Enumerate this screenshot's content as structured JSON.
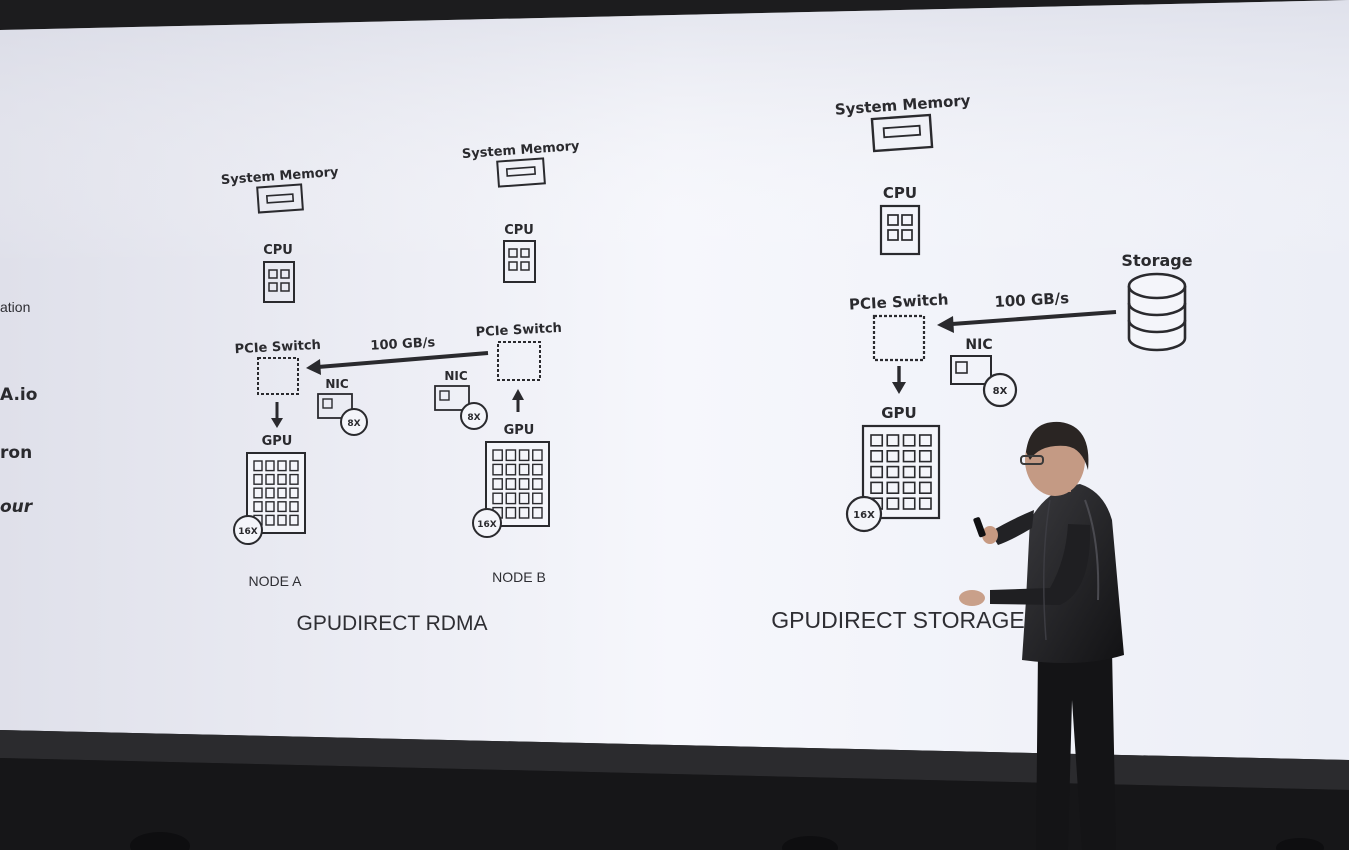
{
  "slide": {
    "left_edge_fragments": [
      "ation",
      "A.io",
      "ron",
      "our"
    ],
    "rdma": {
      "node_a": {
        "system_memory": "System Memory",
        "cpu": "CPU",
        "pcie_switch": "PCIe Switch",
        "nic": "NIC",
        "nic_multiplier": "8X",
        "gpu": "GPU",
        "gpu_multiplier": "16X",
        "label": "NODE A"
      },
      "node_b": {
        "system_memory": "System Memory",
        "cpu": "CPU",
        "pcie_switch": "PCIe Switch",
        "nic": "NIC",
        "nic_multiplier": "8X",
        "gpu": "GPU",
        "gpu_multiplier": "16X",
        "label": "NODE B"
      },
      "bandwidth": "100 GB/s",
      "title": "GPUDIRECT RDMA"
    },
    "storage": {
      "system_memory": "System Memory",
      "cpu": "CPU",
      "pcie_switch": "PCIe Switch",
      "nic": "NIC",
      "nic_multiplier": "8X",
      "gpu": "GPU",
      "gpu_multiplier": "16X",
      "storage": "Storage",
      "bandwidth": "100 GB/s",
      "title": "GPUDIRECT STORAGE"
    }
  },
  "colors": {
    "screen": "#f4f5fa",
    "ink": "#2a2a2e",
    "stage_floor": "#1e1e20",
    "jacket": "#1c1c1e"
  }
}
